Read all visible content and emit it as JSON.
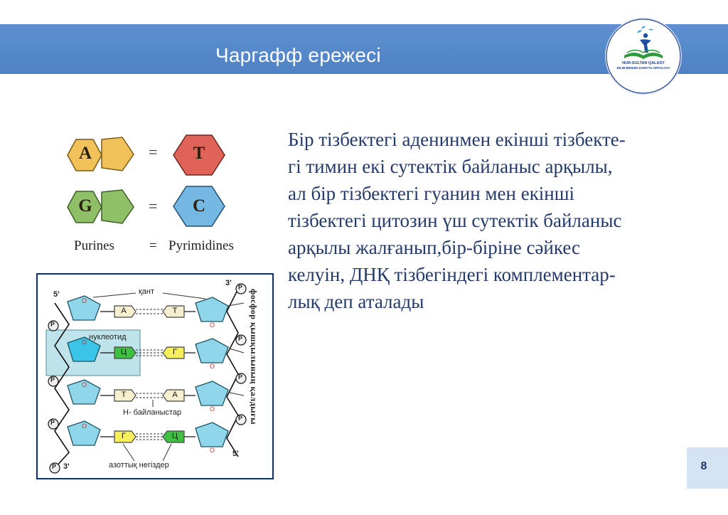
{
  "header": {
    "title": "Чаргафф ережесі"
  },
  "logo": {
    "line1": "NUR-SULTAN QALASY",
    "line2": "BILIM BERUDI DAMYTU ORTALYGY",
    "colors": {
      "ring": "#1b3f8f",
      "book_green": "#2f9a3a",
      "figure_blue": "#1e4fa3"
    }
  },
  "purines_figure": {
    "letters": {
      "a": "A",
      "g": "G",
      "t": "T",
      "c": "C"
    },
    "equals": "=",
    "caption_left": "Purines",
    "caption_eq": "=",
    "caption_right": "Pyrimidines",
    "colors": {
      "a": "#f2c25a",
      "g": "#8fbf66",
      "t": "#e0635a",
      "c": "#74b8e3"
    }
  },
  "dna_figure": {
    "labels": {
      "sugar": "қант",
      "nucleotide": "нуклеотид",
      "h_bonds": "Н- байланыстар",
      "bases": "азоттық негіздер",
      "phosphate": "фосфор қышқылының қалдығы",
      "five_prime_top": "5'",
      "three_prime_top": "3'",
      "three_prime_bottom": "3'",
      "five_prime_bottom": "5'",
      "oxygen": "O",
      "phosphate_symbol": "P"
    },
    "pairs": [
      {
        "left": "А",
        "right": "Т"
      },
      {
        "left": "Ц",
        "right": "Г"
      },
      {
        "left": "Т",
        "right": "А"
      },
      {
        "left": "Г",
        "right": "Ц"
      }
    ],
    "colors": {
      "sugar": "#8fd6ea",
      "A": "#f5efcf",
      "T": "#f5efcf",
      "C": "#3fc043",
      "G": "#f6ee5a"
    }
  },
  "body": {
    "lines": [
      "Бір тізбектегі аденинмен екінші тізбекте-",
      "гі тимин екі сутектік байланыс арқылы,",
      "ал бір тізбектегі гуанин мен екінші",
      "тізбектегі цитозин үш сутектік байланыс",
      "арқылы жалғанып,бір-біріне сәйкес",
      "келуін, ДНҚ тізбегіндегі комплементар-",
      "лық деп аталады"
    ]
  },
  "footer": {
    "page_number": "8"
  }
}
